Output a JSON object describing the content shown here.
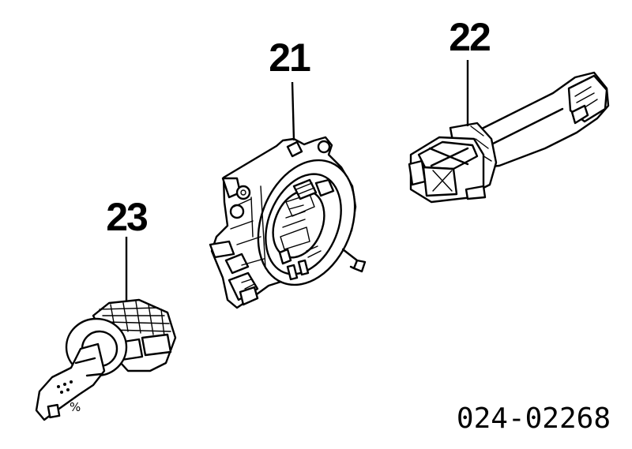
{
  "callouts": [
    {
      "label": "21"
    },
    {
      "label": "22"
    },
    {
      "label": "23"
    }
  ],
  "diagram_code": "024-02268",
  "colors": {
    "ink": "#000000",
    "paper": "#ffffff"
  }
}
